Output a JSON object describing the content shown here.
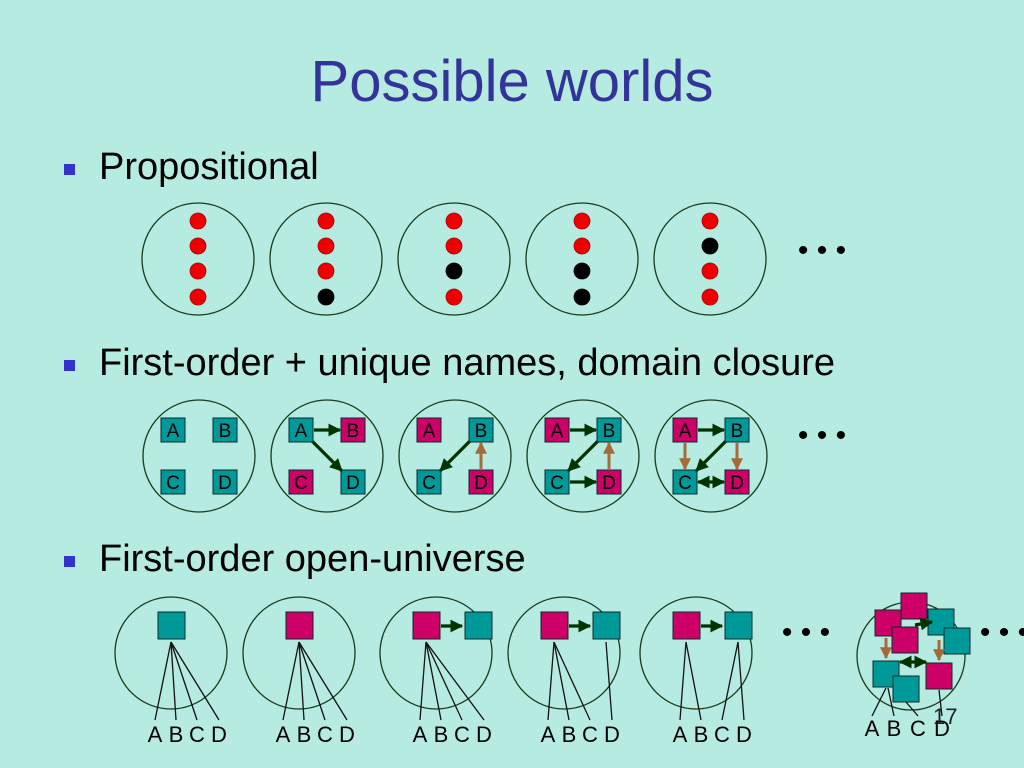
{
  "title": "Possible worlds",
  "bullets": [
    {
      "text": "Propositional"
    },
    {
      "text": "First-order + unique names, domain closure"
    },
    {
      "text": "First-order open-universe"
    }
  ],
  "colors": {
    "background": "#b5ebe0",
    "title": "#333399",
    "bullet": "#3333cc",
    "true_dot": "#ee0000",
    "false_dot": "#000000",
    "teal_box": "#009999",
    "magenta_box": "#cc0066",
    "arrow_dark": "#003300",
    "arrow_brown": "#a66a3a"
  },
  "propositional_worlds": [
    [
      "T",
      "T",
      "T",
      "T"
    ],
    [
      "T",
      "T",
      "T",
      "F"
    ],
    [
      "T",
      "T",
      "F",
      "T"
    ],
    [
      "T",
      "T",
      "F",
      "F"
    ],
    [
      "T",
      "F",
      "T",
      "T"
    ]
  ],
  "ellipsis": "• • •",
  "constants": [
    "A",
    "B",
    "C",
    "D"
  ],
  "page_number": "17"
}
